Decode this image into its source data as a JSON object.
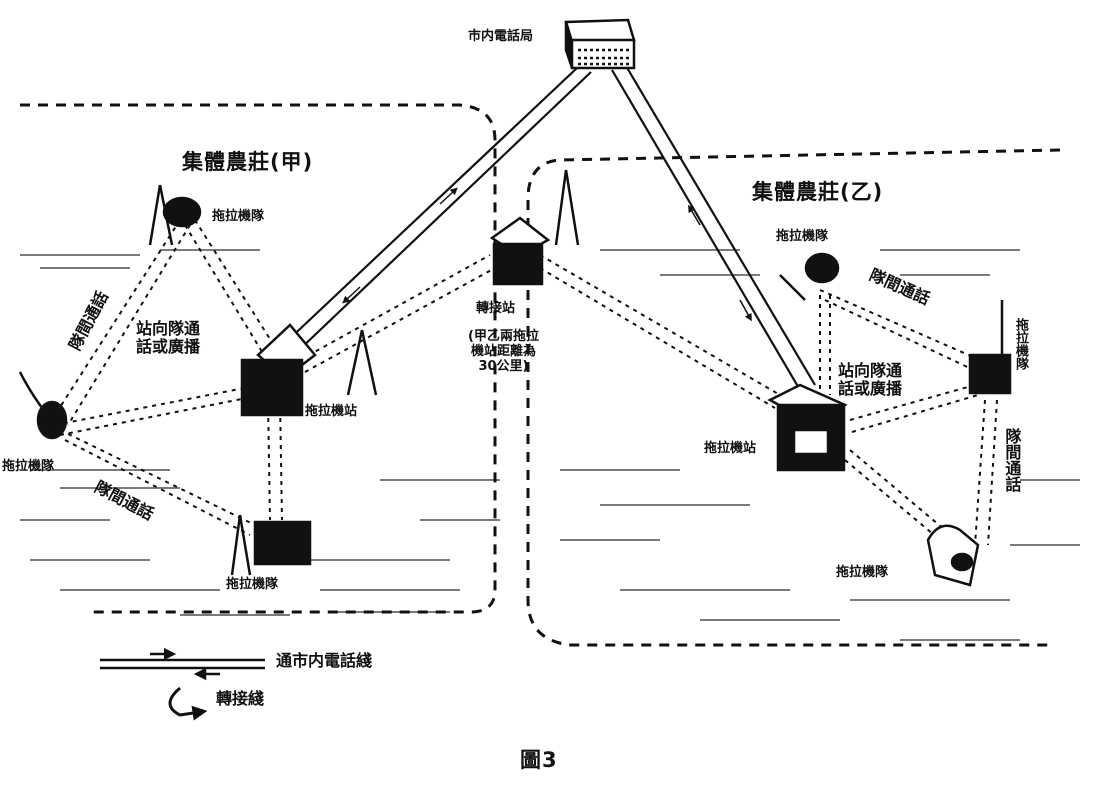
{
  "title": "",
  "labels": {
    "city_exchange": "市内電話局",
    "farm_a": "集體農莊(甲)",
    "farm_b": "集體農莊(乙)",
    "relay_station": "轉接站",
    "distance_note": "(甲乙兩拖拉\n機站距離為\n30公里)",
    "tractor_station": "拖拉機站",
    "tractor_team": "拖拉機隊",
    "between_teams_talk": "隊間通話",
    "station_to_team": "站向隊通\n話或廣播"
  },
  "legend": {
    "city_line": "通市内電話綫",
    "transfer_line": "轉接綫"
  },
  "caption": "圖3",
  "colors": {
    "ink": "#111111",
    "paper": "#ffffff"
  }
}
